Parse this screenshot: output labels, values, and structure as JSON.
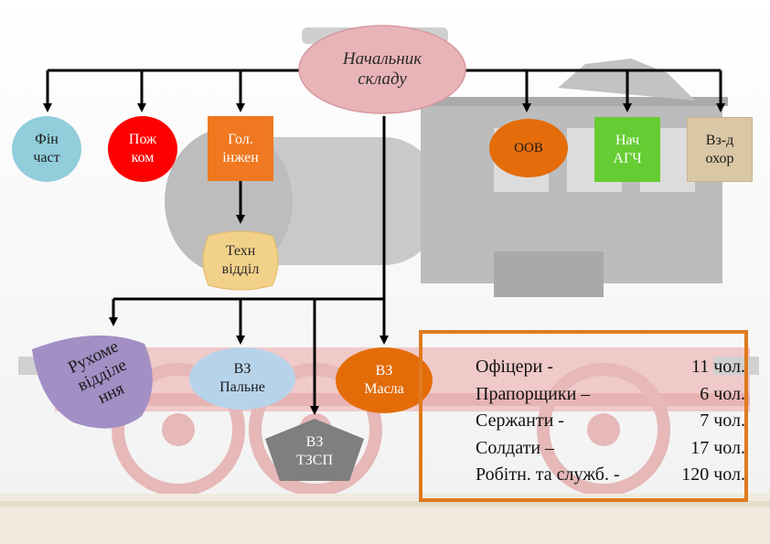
{
  "diagram": {
    "nodes": {
      "chief": "Начальник\nскладу",
      "fin": "Фін\nчаст",
      "fire": "Пож\nком",
      "chief_engineer": "Гол.\nінжен",
      "oov": "ООВ",
      "agch": "Нач\nАГЧ",
      "guard": "Вз-д\nохор",
      "tech_dept": "Техн\nвідділ",
      "mobile_dept": "Рухоме\nвідділе\nння",
      "fuel": "ВЗ\nПальне",
      "oil": "ВЗ\nМасла",
      "tzsp": "ВЗ\nТЗСП"
    },
    "colors": {
      "chief": "#e8b4b8",
      "fin": "#92cddc",
      "fire": "#ff0000",
      "chief_engineer": "#f07820",
      "oov": "#e46c0a",
      "agch": "#66cc33",
      "guard": "#d9c7a5",
      "tech_dept": "#f2d18a",
      "mobile_dept": "#a28fc4",
      "fuel": "#b7d3ea",
      "oil": "#e36c09",
      "tzsp": "#7f7f7f",
      "panel_border": "#e07a1f",
      "arrows": "#000000"
    }
  },
  "staff": [
    {
      "role": "Офіцери -",
      "count": "11 чол."
    },
    {
      "role": "Прапорщики –",
      "count": "6 чол."
    },
    {
      "role": "Сержанти -",
      "count": "7 чол."
    },
    {
      "role": "Солдати –",
      "count": "17 чол."
    },
    {
      "role": "Робітн. та служб. -",
      "count": "120 чол."
    }
  ]
}
